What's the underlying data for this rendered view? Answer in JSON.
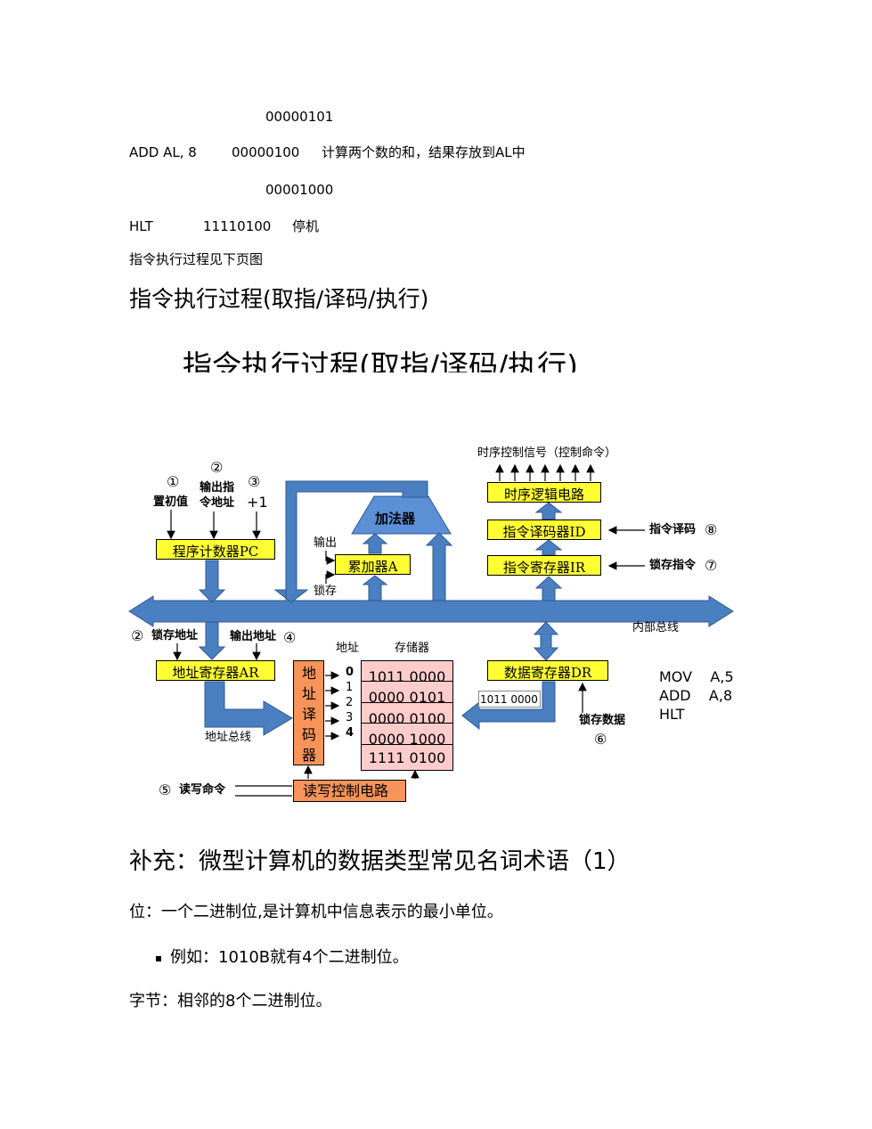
{
  "code_lines": [
    {
      "mnemonic": "",
      "binary": "00000101",
      "comment": ""
    },
    {
      "mnemonic": "ADD AL, 8",
      "binary": "00000100",
      "comment": "计算两个数的和，结果存放到AL中"
    },
    {
      "mnemonic": "",
      "binary": "00001000",
      "comment": ""
    },
    {
      "mnemonic": "HLT",
      "binary": "11110100",
      "comment": "停机"
    }
  ],
  "note": "指令执行过程见下页图",
  "section_title": "指令执行过程(取指/译码/执行)",
  "slide_title": "指令执行过程(取指/译码/执行)",
  "diagram": {
    "timing_signals_label": "时序控制信号（控制命令）",
    "boxes": {
      "timing_logic": "时序逻辑电路",
      "instr_decoder": "指令译码器ID",
      "instr_register": "指令寄存器IR",
      "program_counter": "程序计数器PC",
      "accumulator": "累加器A",
      "adder": "加法器",
      "address_register": "地址寄存器AR",
      "data_register": "数据寄存器DR",
      "rw_control": "读写控制电路",
      "addr_decoder": [
        "地",
        "址",
        "译",
        "码",
        "器"
      ]
    },
    "labels": {
      "n1": "①",
      "init_value": "置初值",
      "n2": "②",
      "output_instr_addr_1": "输出指",
      "output_instr_addr_2": "令地址",
      "n3": "③",
      "plus_one": "+1",
      "output": "输出",
      "latch": "锁存",
      "decode_instr": "指令译码",
      "n8": "⑧",
      "latch_instr": "锁存指令",
      "n7": "⑦",
      "internal_bus": "内部总线",
      "n2b": "②",
      "latch_addr": "锁存地址",
      "output_addr": "输出地址",
      "n4": "④",
      "addr": "地址",
      "memory": "存储器",
      "addr_bus": "地址总线",
      "dr_value": "1011 0000",
      "latch_data": "锁存数据",
      "n6": "⑥",
      "n5": "⑤",
      "rw_command": "读写命令"
    },
    "mem_addresses": [
      "0",
      "1",
      "2",
      "3",
      "4"
    ],
    "mem_cells": [
      "1011 0000",
      "0000 0101",
      "0000 0100",
      "0000 1000",
      "1111 0100"
    ],
    "program": [
      "MOV    A,5",
      "ADD    A,8",
      "HLT"
    ]
  },
  "supplement_title": "补充：微型计算机的数据类型常见名词术语（1）",
  "bit_def": "位：一个二进制位,是计算机中信息表示的最小单位。",
  "bit_example": "例如：1010B就有4个二进制位。",
  "byte_def": "字节：相邻的8个二进制位。"
}
